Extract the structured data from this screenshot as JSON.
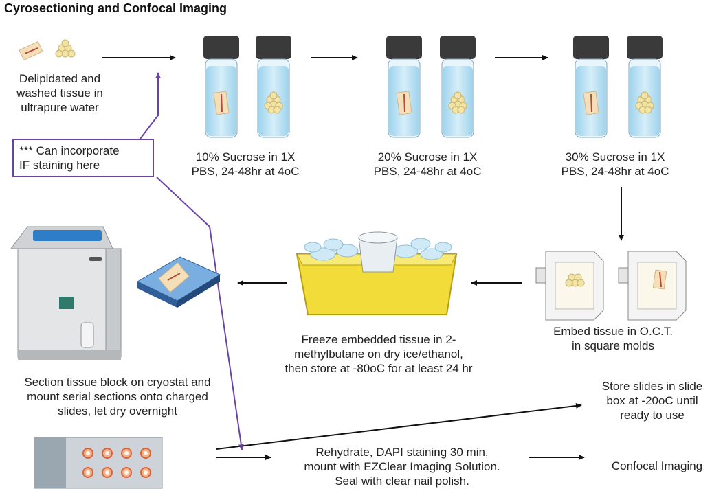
{
  "title": "Cyrosectioning and Confocal Imaging",
  "note": [
    "*** Can incorporate",
    "IF staining here"
  ],
  "steps": {
    "tissue": [
      "Delipidated and",
      "washed tissue in",
      "ultrapure water"
    ],
    "sucrose10": [
      "10% Sucrose in 1X",
      "PBS, 24-48hr at 4oC"
    ],
    "sucrose20": [
      "20% Sucrose in 1X",
      "PBS, 24-48hr at 4oC"
    ],
    "sucrose30": [
      "30% Sucrose in 1X",
      "PBS, 24-48hr at 4oC"
    ],
    "embed": [
      "Embed tissue in O.C.T.",
      "in square molds"
    ],
    "freeze": [
      "Freeze embedded tissue in 2-",
      "methylbutane on dry ice/ethanol,",
      "then store at -80oC for at least 24 hr"
    ],
    "section": [
      "Section tissue block on cryostat and",
      "mount serial sections onto charged",
      "slides, let dry overnight"
    ],
    "store": [
      "Store slides in slide",
      "box at -20oC until",
      "ready to use"
    ],
    "rehydrate": [
      "Rehydrate, DAPI staining 30 min,",
      "mount with EZClear Imaging Solution.",
      "Seal with clear nail polish."
    ],
    "confocal": [
      "Confocal Imaging"
    ]
  },
  "colors": {
    "purple": "#6b43a6",
    "vial_liquid": "#bfe3f4",
    "cap": "#3a3a3a",
    "tray": "#f1dc3a",
    "ice": "#cfe9f7"
  }
}
